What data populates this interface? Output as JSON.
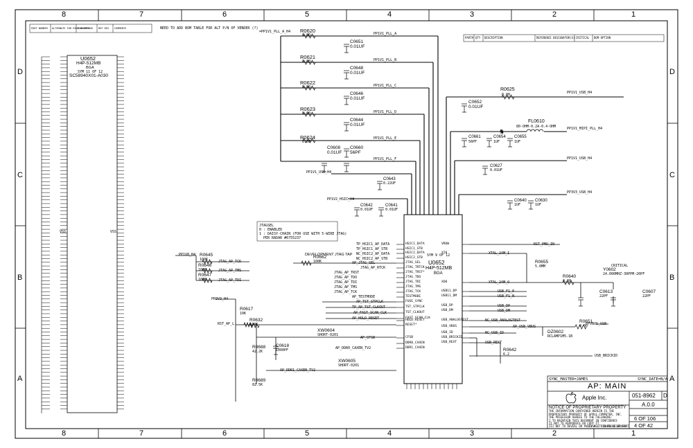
{
  "frame": {
    "columns": [
      "8",
      "7",
      "6",
      "5",
      "4",
      "3",
      "2",
      "1"
    ],
    "rows": [
      "D",
      "C",
      "B",
      "A"
    ]
  },
  "top_notes": {
    "bom_note": "NEED TO ADD BOM TABLE FOR ALT P/N OF VENDER (?)",
    "bom_header": [
      "PART NUMBER",
      "ALTERNATE FOR PART NUMBER",
      "BOM OPTION",
      "REF DES",
      "COMMENTS"
    ],
    "ref_header": [
      "PART#",
      "QTY",
      "DESCRIPTION",
      "REFERENCE DESIGNATOR(S)",
      "CRITICAL",
      "BOM OPTION"
    ]
  },
  "left_chip": {
    "refdes": "U0652",
    "part": "H4P-512MB",
    "package": "BGA",
    "sym": "SYM 11 OF 12",
    "pn": "SC58940X01-A030",
    "left_label": "VSS",
    "right_label": "VSS"
  },
  "resistors_top": [
    {
      "ref": "R0620",
      "val": "0.00"
    },
    {
      "ref": "R0621",
      "val": "0.00"
    },
    {
      "ref": "R0622",
      "val": "0.00"
    },
    {
      "ref": "R0623",
      "val": "0.00"
    },
    {
      "ref": "R0624",
      "val": "0.00"
    }
  ],
  "caps_top": [
    {
      "ref": "C0651",
      "val": "0.01UF"
    },
    {
      "ref": "C0648",
      "val": "0.01UF"
    },
    {
      "ref": "C0646",
      "val": "0.01UF"
    },
    {
      "ref": "C0644",
      "val": "0.01UF"
    },
    {
      "ref": "C0608",
      "val": "0.01UF"
    },
    {
      "ref": "C0660",
      "val": "56PF"
    }
  ],
  "nets_top": [
    "PP1V1_PLL_A",
    "PP1V1_PLL_B",
    "PP1V1_PLL_C",
    "PP1V1_PLL_D",
    "PP1V1_PLL_E",
    "PP1V1_PLL_F",
    "PP1V1_USB_H4",
    "PP1V2_HSIC_H4"
  ],
  "right_parts": {
    "r0625": {
      "ref": "R0625",
      "val": "0.00"
    },
    "c0652": {
      "ref": "C0652",
      "val": "0.01UF"
    },
    "fl0610": {
      "ref": "FL0610",
      "val": "80-OHM-0.2A-0.4-OHM"
    },
    "c0661": {
      "ref": "C0661",
      "val": "56PF"
    },
    "c0654": {
      "ref": "C0654",
      "val": "1UF"
    },
    "c0655": {
      "ref": "C0655",
      "val": "1UF"
    },
    "c0627": {
      "ref": "C0627",
      "val": "0.01UF"
    },
    "c0640": {
      "ref": "C0640",
      "val": "1UF"
    },
    "c0630": {
      "ref": "C0630",
      "val": "1UF"
    },
    "c0643": {
      "ref": "C0643",
      "val": "0.22UF"
    },
    "c0642": {
      "ref": "C0642",
      "val": "0.01UF"
    },
    "c0641": {
      "ref": "C0641",
      "val": "0.01UF"
    },
    "net_usb": "PP1V1_USB_H4",
    "net_mipi": "PP1V1_MIPI_PLL_H4",
    "net_usb2": "PP1V1_USB_H4",
    "net_pp3v3": "PP3V3_USB_H4"
  },
  "main_chip": {
    "sym": "SYM 9 OF 12",
    "refdes": "U0652",
    "part": "H4P-512MB",
    "package": "BGA",
    "left_pins": [
      "HSIC1_DATA",
      "HSIC1_STB",
      "HSIC2_DATA",
      "HSIC2_STB",
      "JTAG_SEL",
      "JTAG_TRTCK",
      "JTAG_TRST*",
      "JTAG_TDO",
      "JTAG_TDI",
      "JTAG_TMS",
      "JTAG_TCK",
      "TESTMODE",
      "FUSE_SYNC",
      "TST_STPCLK",
      "TST_CLKOUT",
      "FAST_SCAN_CLK",
      "HOLD_RESET",
      "RESET*",
      "CFSB",
      "DDR0_CAXEN",
      "DDR1_CAXEN"
    ],
    "right_pins": [
      "VROW",
      "XI0",
      "XO0",
      "USB11_DP",
      "USB11_DM",
      "USB_DP",
      "USB_DM",
      "USB_ANALOGTEST",
      "USB_VBUS",
      "USB_ID",
      "USB_BRICKID",
      "USB_REXT"
    ]
  },
  "signals": {
    "hsic1_data": "TP_HSIC1_AP_DATA",
    "hsic1_stb": "TP_HSIC1_AP_STB",
    "hsic2_data": "NC_HSIC2_AP_DATA",
    "hsic2_stb": "NC_HSIC2_AP_STB",
    "jtag_sel": "AP_JTAG_SEL",
    "jtag_rtck": "JTAG_AP_RTCK",
    "jtag_trst": "JTAG_AP_TRST",
    "jtag_tdo": "JTAG_AP_TDO",
    "jtag_tdi": "JTAG_AP_TDI",
    "jtag_tms": "JTAG_AP_TMS",
    "jtag_tck": "JTAG_AP_TCK",
    "testmode": "AP_TESTMODE",
    "stpclk": "AP_TST_STPCLK",
    "clkout": "TP_AP_TST_CLKOUT",
    "fastscan": "AP_FAST_SCAN_CLK",
    "hold_reset": "AP_HOLD_RESET",
    "rst": "RST_AP_L",
    "cfsb": "AP_CFSB",
    "ddr0": "AP_DDR0_CAXEN_TV2",
    "ddr1": "AP_DDR1_CAXEN_TV2",
    "rst_pmu": "RST_PMU_IN",
    "xtal_in": "XTAL_24M_I",
    "xtal_out": "XTAL_24M_O",
    "usb_f1_p": "USB_F1_P",
    "usb_f1_n": "USB_F1_N",
    "usb_dp": "USB_DP",
    "usb_dm": "USB_DM",
    "usb_atest": "NC_USB_ANALOGTEST",
    "usb_vbus": "AP_USB_VBUS",
    "usb_id": "NC_USB_ID",
    "usb_rext": "USB_REXT",
    "usb_brick": "USB_BRICKID",
    "ppvbus": "PPVBUS_USB"
  },
  "misc_parts": {
    "r0645": {
      "ref": "R0645",
      "val": "100K"
    },
    "r0646": {
      "ref": "R0646",
      "val": "100K"
    },
    "r0647": {
      "ref": "R0647",
      "val": "100K"
    },
    "r0662": {
      "ref": "R0662",
      "val": "100K"
    },
    "r0617": {
      "ref": "R0617",
      "val": "10K"
    },
    "r0632": {
      "ref": "R0632",
      "val": "100K"
    },
    "r0688": {
      "ref": "R0688",
      "val": "42.2K"
    },
    "c0618": {
      "ref": "C0618",
      "val": "1000PF"
    },
    "r0689": {
      "ref": "R0689",
      "val": "82.5K"
    },
    "r0655": {
      "ref": "R0655",
      "val": "5.0MM"
    },
    "r0640": {
      "ref": "R0640",
      "val": "0.00"
    },
    "c0613": {
      "ref": "C0613",
      "val": "22PF"
    },
    "c0607": {
      "ref": "C0607",
      "val": "22PF"
    },
    "y0602": {
      "ref": "Y0602",
      "val": "24.000MHZ-30PPM-20PF"
    },
    "r0642": {
      "ref": "R0642",
      "val": "6.2"
    },
    "r0651": {
      "ref": "R0651",
      "val": "0.00"
    },
    "dz0602": {
      "ref": "DZ0602",
      "val": "RCLAMP1M5.1B"
    },
    "xw0604": {
      "ref": "XW0604",
      "val": "SHORT-0201"
    },
    "xw0605": {
      "ref": "XW0605",
      "val": "SHORT-0201"
    },
    "dev_jtag": "DEVELOPMENT JTAG TAP",
    "critical": "CRITICAL",
    "net_pp1v8": "PP1V8_H4",
    "net_pp3v3": "PP3V3_H4",
    "jtag_note_title": "JTAGSEL",
    "jtag_note_1": "0 : ENABLED",
    "jtag_note_2": "1 : DAISY-CHAIN (FOR USE WITH 5-WIRE JTAG)",
    "jtag_note_3": "PER RADAR #6755237"
  },
  "title_block": {
    "sync_master": "SYNC_MASTER=JAMES",
    "sync_date": "SYNC_DATE=N/A",
    "title": "AP: MAIN",
    "company": "Apple Inc.",
    "drawing_number": "051-8962",
    "rev_letter": "D",
    "revision": "A.0.0",
    "notice_title": "NOTICE OF PROPRIETARY PROPERTY",
    "notice_1": "THE INFORMATION CONTAINED HEREIN IS THE",
    "notice_2": "PROPRIETARY PROPERTY OF APPLE COMPUTER, INC.",
    "notice_3": "THE POSSESSOR AGREES TO THE FOLLOWING:",
    "notice_4": "I  TO MAINTAIN THIS DOCUMENT IN CONFIDENCE",
    "notice_5": "II NOT TO REPRODUCE OR COPY IT",
    "notice_6": "III NOT TO REVEAL OR PUBLISH IT IN WHOLE OR PART",
    "notice_7": "IV ALL RIGHTS RESERVED",
    "sheet": "6 OF 106",
    "page": "4 OF 42"
  }
}
